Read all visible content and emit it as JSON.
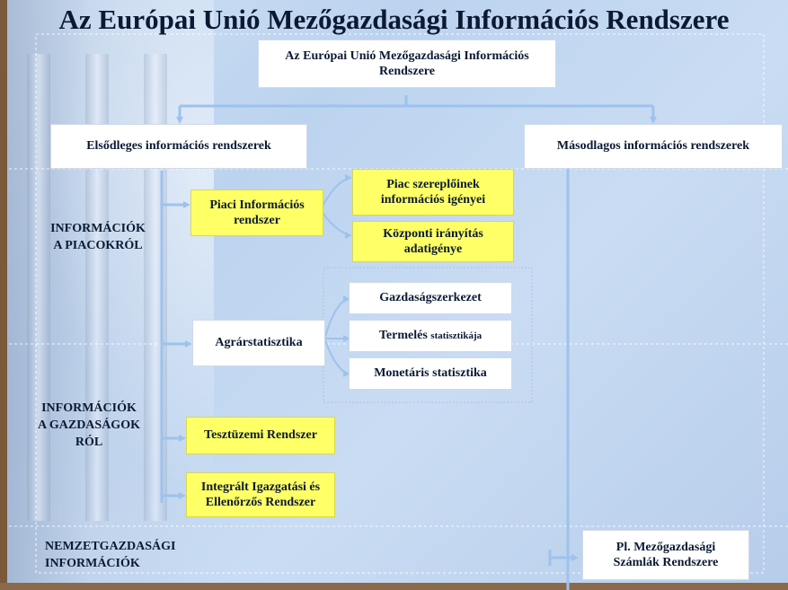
{
  "title": "Az Európai Unió Mezőgazdasági Információs Rendszere",
  "colors": {
    "connector": "#9ec2ec",
    "yellow_box": "#ffff66",
    "text": "#0b1a33"
  },
  "top_box": {
    "line1": "Az Európai Unió Mezőgazdasági Információs",
    "line2": "Rendszere"
  },
  "primary": "Elsődleges információs rendszerek",
  "secondary": "Másodlagos információs rendszerek",
  "sections": {
    "markets": {
      "line1": "INFORMÁCIÓK",
      "line2": "A PIACOKRÓL"
    },
    "farms": {
      "line1": "INFORMÁCIÓK",
      "line2": "A GAZDASÁGOK",
      "line3": "RÓL"
    },
    "national": {
      "line1": "NEMZETGAZDASÁGI",
      "line2": "INFORMÁCIÓK"
    }
  },
  "market_info": {
    "line1": "Piaci Információs",
    "line2": "rendszer"
  },
  "market_needs": {
    "line1": "Piac szereplőinek",
    "line2": "információs igényei"
  },
  "central_control": {
    "line1": "Központi irányítás",
    "line2": "adatigénye"
  },
  "agri_stats": "Agrárstatisztika",
  "stats": {
    "structure": "Gazdaságszerkezet",
    "production_main": "Termelés",
    "production_small": "statisztikája",
    "monetary": "Monetáris statisztika"
  },
  "fadn": "Tesztüzemi Rendszer",
  "iacs": {
    "line1": "Integrált Igazgatási és",
    "line2": "Ellenőrzős Rendszer"
  },
  "accounts": {
    "line1": "Pl. Mezőgazdasági",
    "line2": "Számlák Rendszere"
  }
}
